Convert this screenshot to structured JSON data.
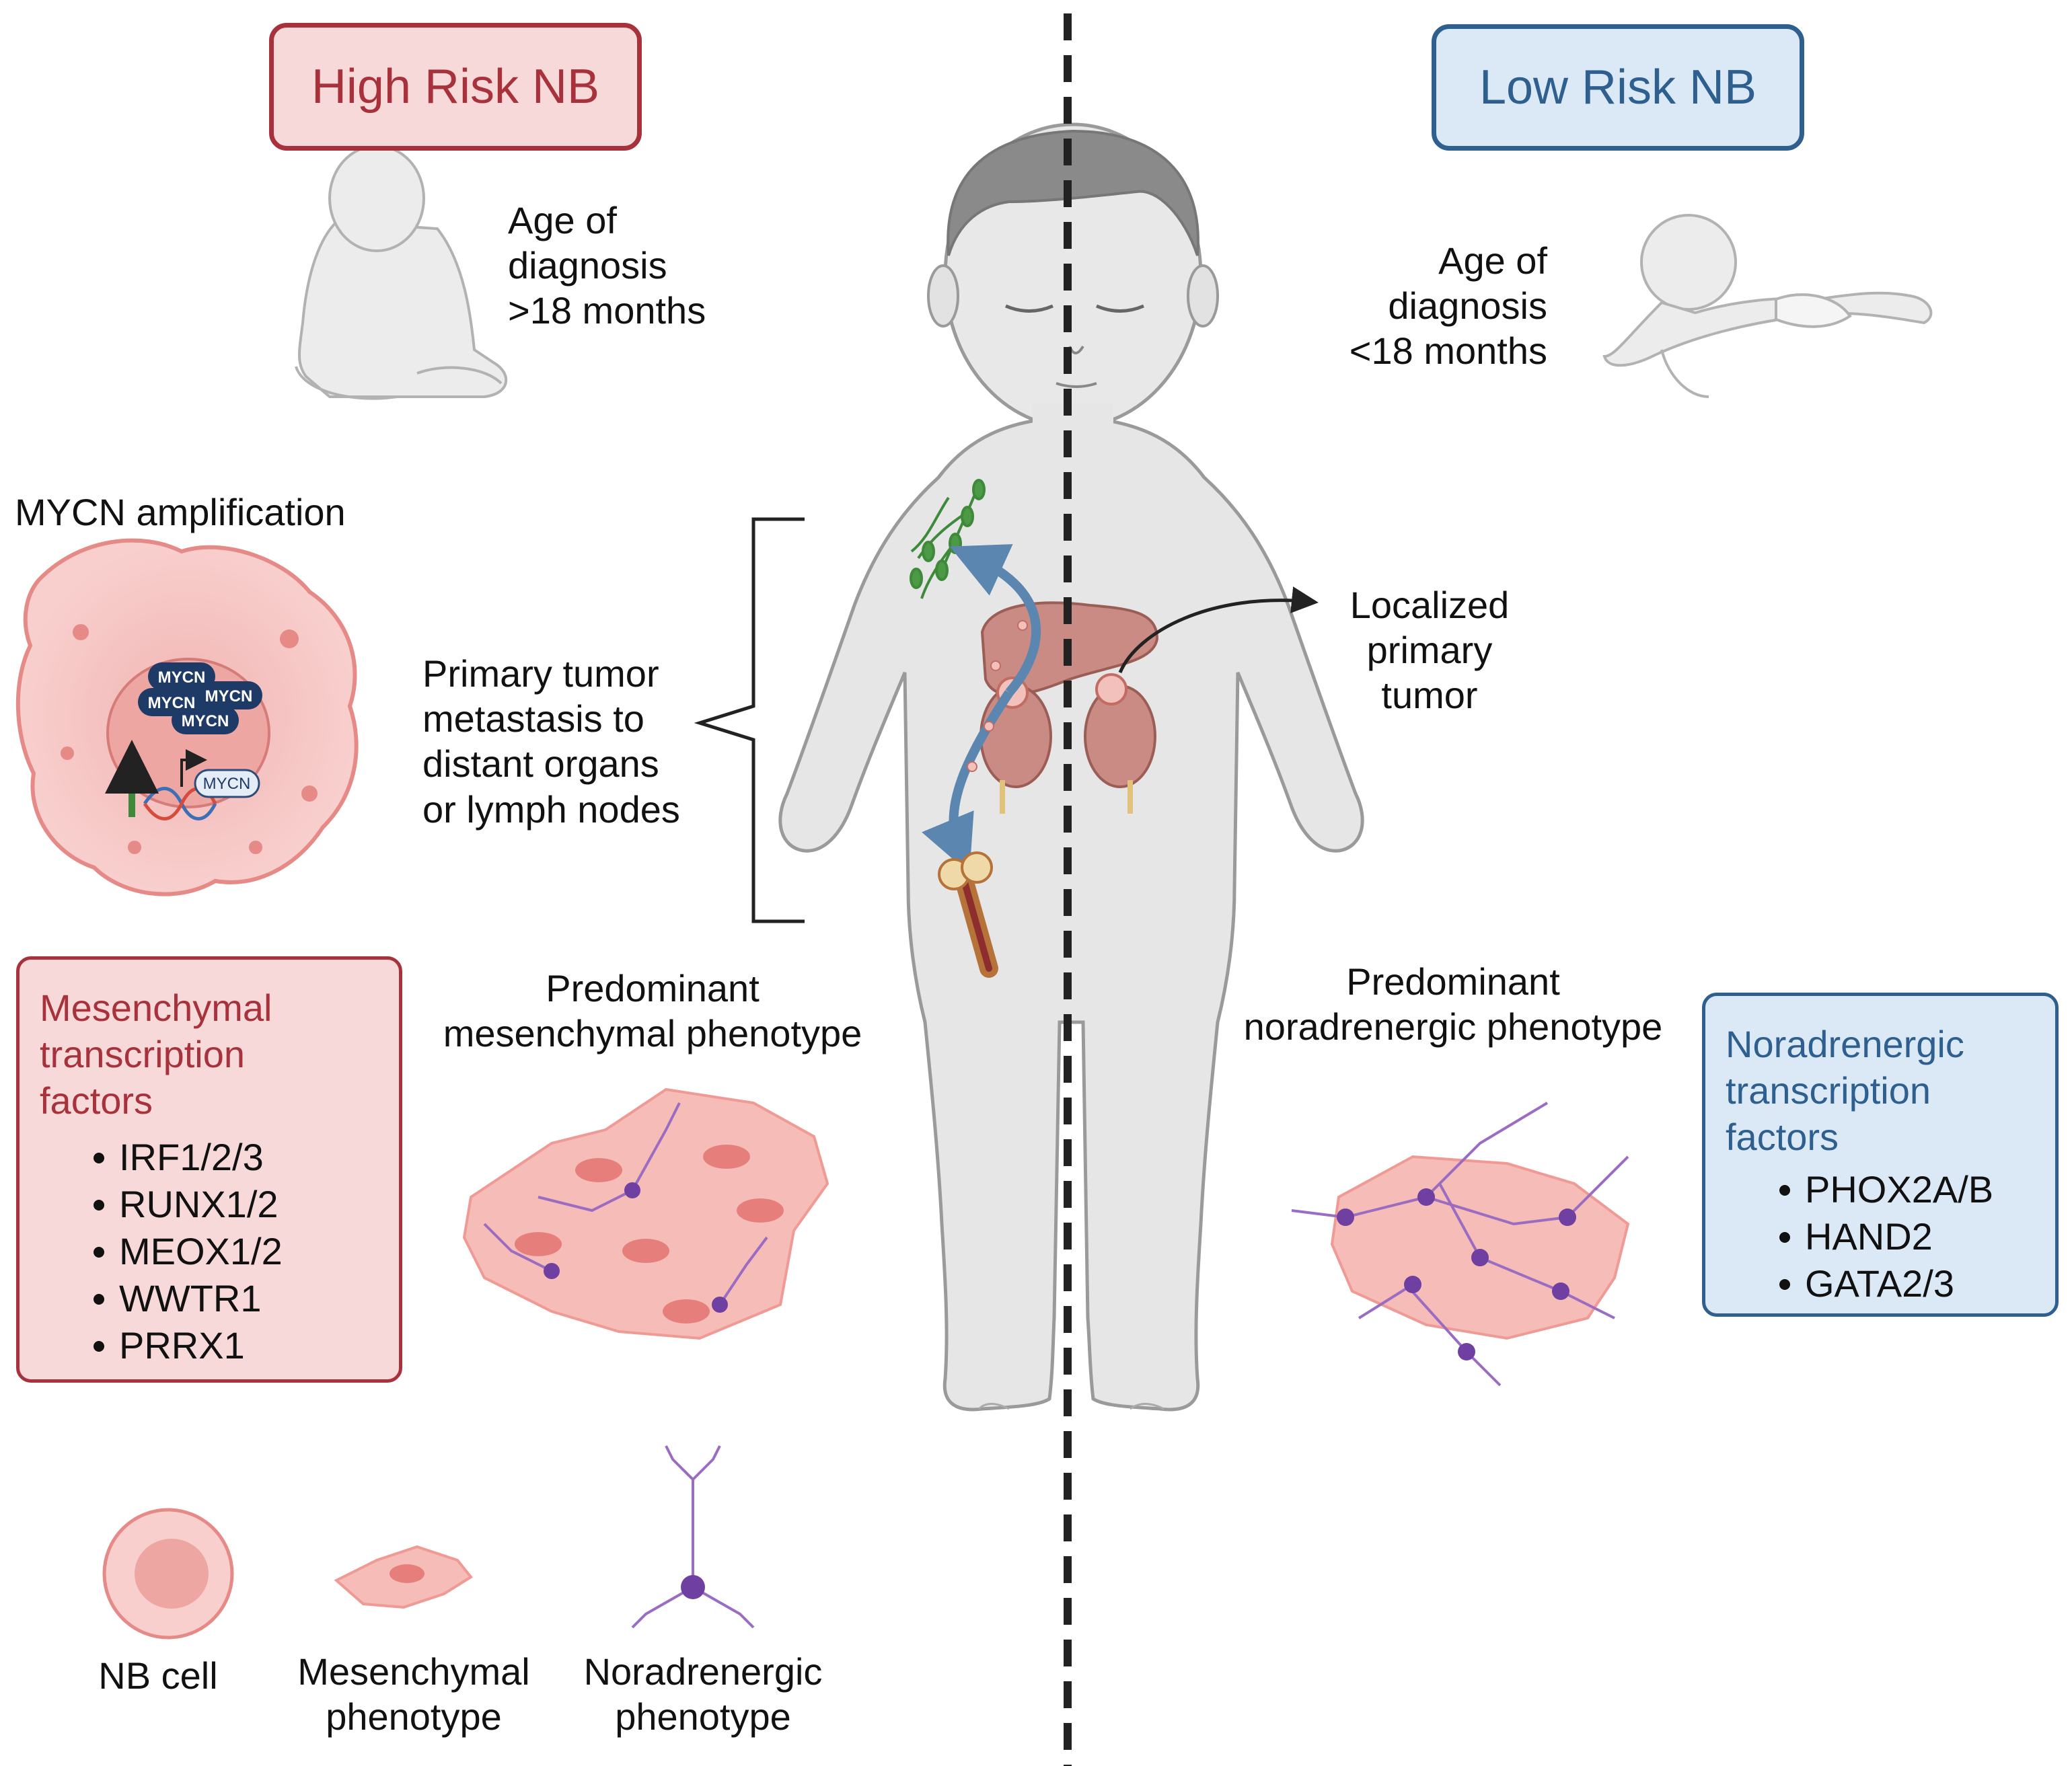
{
  "high_risk": {
    "title": "High Risk NB",
    "age_lines": [
      "Age of",
      "diagnosis",
      ">18 months"
    ],
    "mycn_title": "MYCN amplification",
    "mycn_labels": [
      "MYCN",
      "MYCN",
      "MYCN",
      "MYCN",
      "MYCN"
    ],
    "metastasis_lines": [
      "Primary tumor",
      "metastasis to",
      "distant organs",
      "or lymph nodes"
    ],
    "phenotype_lines": [
      "Predominant",
      "mesenchymal phenotype"
    ],
    "tf_title_lines": [
      "Mesenchymal",
      "transcription",
      "factors"
    ],
    "tf_items": [
      "IRF1/2/3",
      "RUNX1/2",
      "MEOX1/2",
      "WWTR1",
      "PRRX1"
    ]
  },
  "low_risk": {
    "title": "Low Risk NB",
    "age_lines": [
      "Age of",
      "diagnosis",
      "<18 months"
    ],
    "localized_lines": [
      "Localized",
      "primary",
      "tumor"
    ],
    "phenotype_lines": [
      "Predominant",
      "noradrenergic phenotype"
    ],
    "tf_title_lines": [
      "Noradrenergic",
      "transcription",
      "factors"
    ],
    "tf_items": [
      "PHOX2A/B",
      "HAND2",
      "GATA2/3"
    ]
  },
  "legend": {
    "nb_cell": "NB cell",
    "mesenchymal_lines": [
      "Mesenchymal",
      "phenotype"
    ],
    "noradrenergic_lines": [
      "Noradrenergic",
      "phenotype"
    ]
  },
  "colors": {
    "high_risk_text": "#a8323c",
    "high_risk_border": "#a8323c",
    "high_risk_fill": "#f8d9d9",
    "low_risk_text": "#2f5f8e",
    "low_risk_border": "#2f5f8e",
    "low_risk_fill": "#dbe9f6",
    "body_fill": "#e5e5e5",
    "mesenchymal_fill": "#f4a8a4",
    "noradrenergic_fill": "#a078bf",
    "arrow_blue": "#5b86b0"
  }
}
